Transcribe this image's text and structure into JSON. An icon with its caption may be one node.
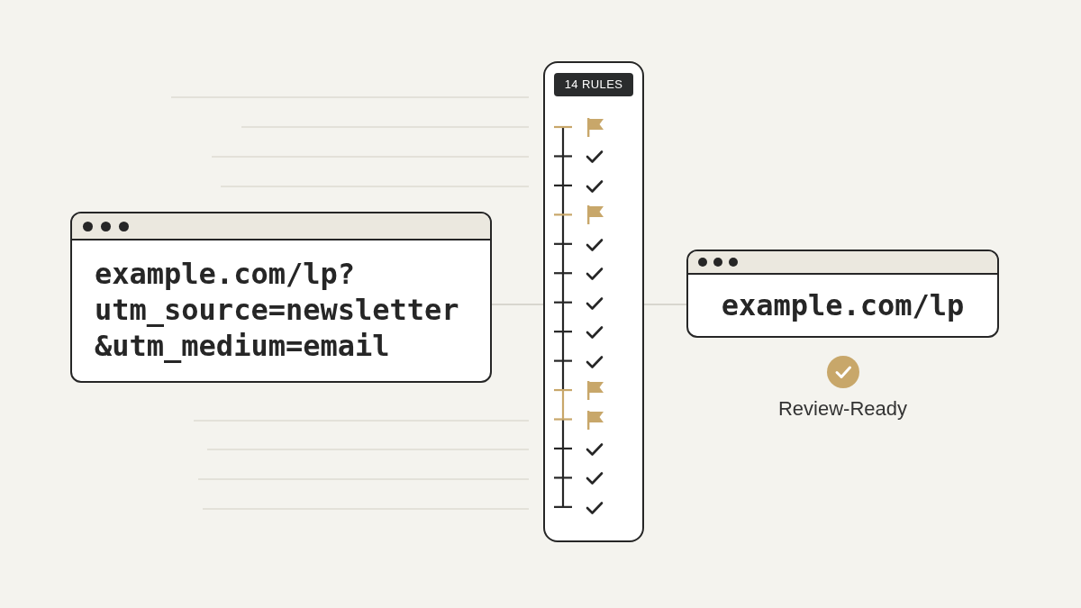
{
  "diagram": {
    "nodes": [
      {
        "text": [
          "example.com/lp? utm_source=newsletter &utm_medium=email"
        ]
      },
      {
        "text": [
          "14 RULES"
        ]
      },
      {
        "text": [
          "example.com/lp"
        ],
        "beside": [
          "Review-Ready"
        ]
      }
    ],
    "edges": [
      {
        "from": 0,
        "to": 1,
        "arrow": "none"
      },
      {
        "from": 1,
        "to": 2,
        "arrow": "none"
      }
    ]
  }
}
